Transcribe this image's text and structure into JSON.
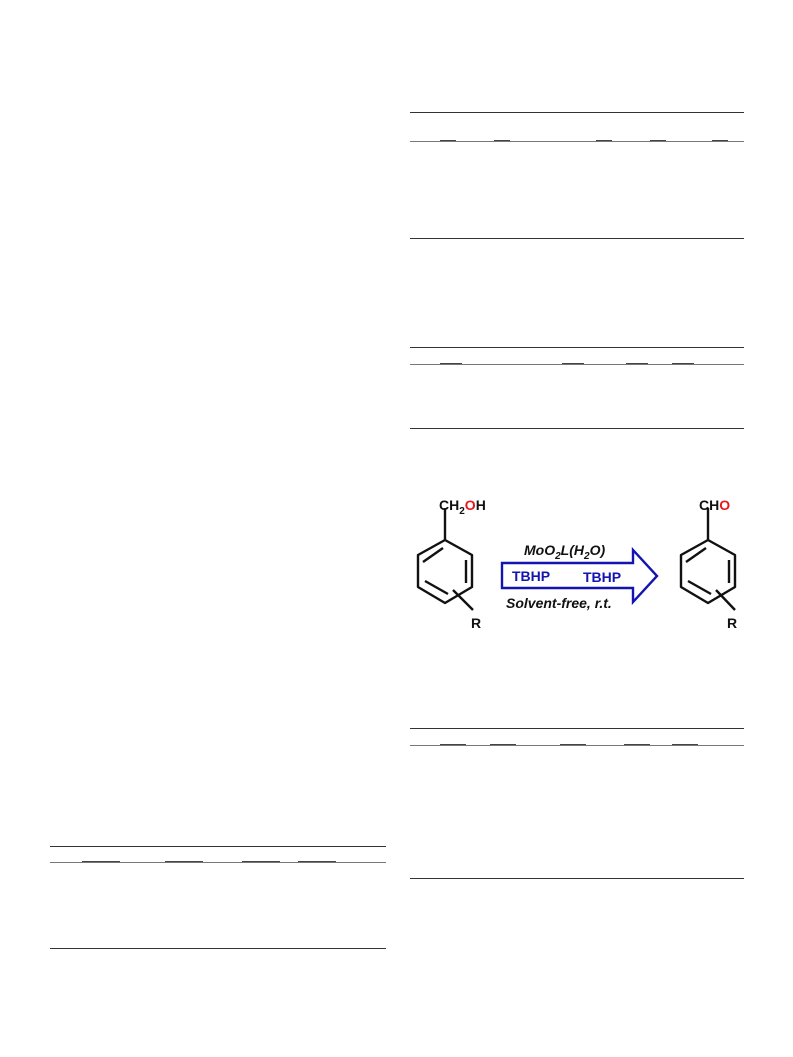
{
  "scheme": {
    "reactant": {
      "group": [
        "CH",
        "2",
        "O",
        "H"
      ],
      "substituent": "R"
    },
    "product": {
      "group": [
        "CH",
        "O"
      ],
      "substituent": "R"
    },
    "catalyst": [
      "MoO",
      "2",
      "L(H",
      "2",
      "O)"
    ],
    "oxidant_in": "TBHP",
    "oxidant_out": "TBHP",
    "conditions": "Solvent-free, r.t."
  },
  "colors": {
    "oxygen": "#e8171b",
    "arrow": "#1414b0",
    "text": "#111111",
    "rule": "#333333"
  }
}
